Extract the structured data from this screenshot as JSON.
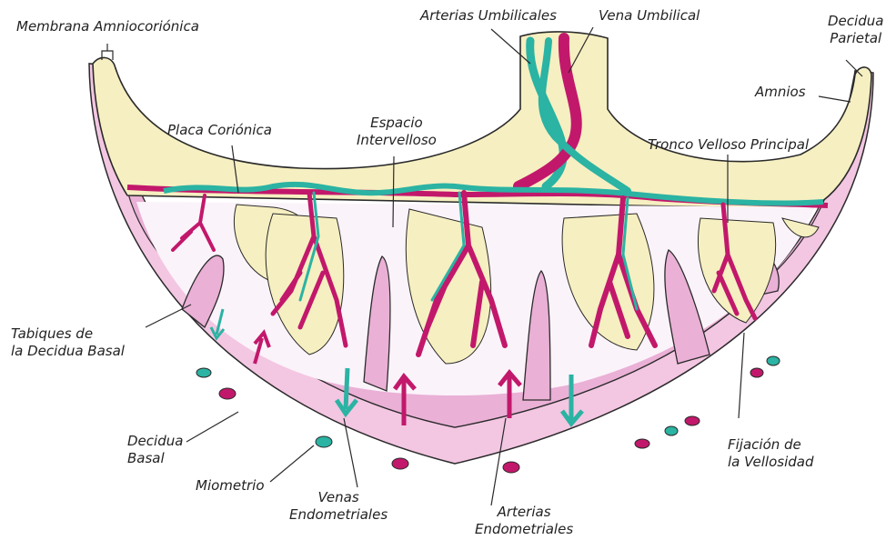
{
  "labels": {
    "membrana": "Membrana Amniocoriónica",
    "arterias_umbilicales": "Arterias Umbilicales",
    "vena_umbilical": "Vena Umbilical",
    "decidua_parietal_1": "Decidua",
    "decidua_parietal_2": "Parietal",
    "amnios": "Amnios",
    "placa_corionica": "Placa Coriónica",
    "espacio_1": "Espacio",
    "espacio_2": "Intervelloso",
    "tronco": "Tronco Velloso Principal",
    "tabiques_1": "Tabiques de",
    "tabiques_2": "la Decidua Basal",
    "decidua_basal_1": "Decidua",
    "decidua_basal_2": "Basal",
    "miometrio": "Miometrio",
    "venas_1": "Venas",
    "venas_2": "Endometriales",
    "arterias_end_1": "Arterias",
    "arterias_end_2": "Endometriales",
    "fijacion_1": "Fijación de",
    "fijacion_2": "la Vellosidad"
  },
  "colors": {
    "artery": "#c2186b",
    "vein": "#2bb3a3",
    "chorion": "#f5ecb8",
    "decidua": "#eeb6d9",
    "myometrium": "#f7d7ea",
    "outline": "#2a2a2a"
  }
}
